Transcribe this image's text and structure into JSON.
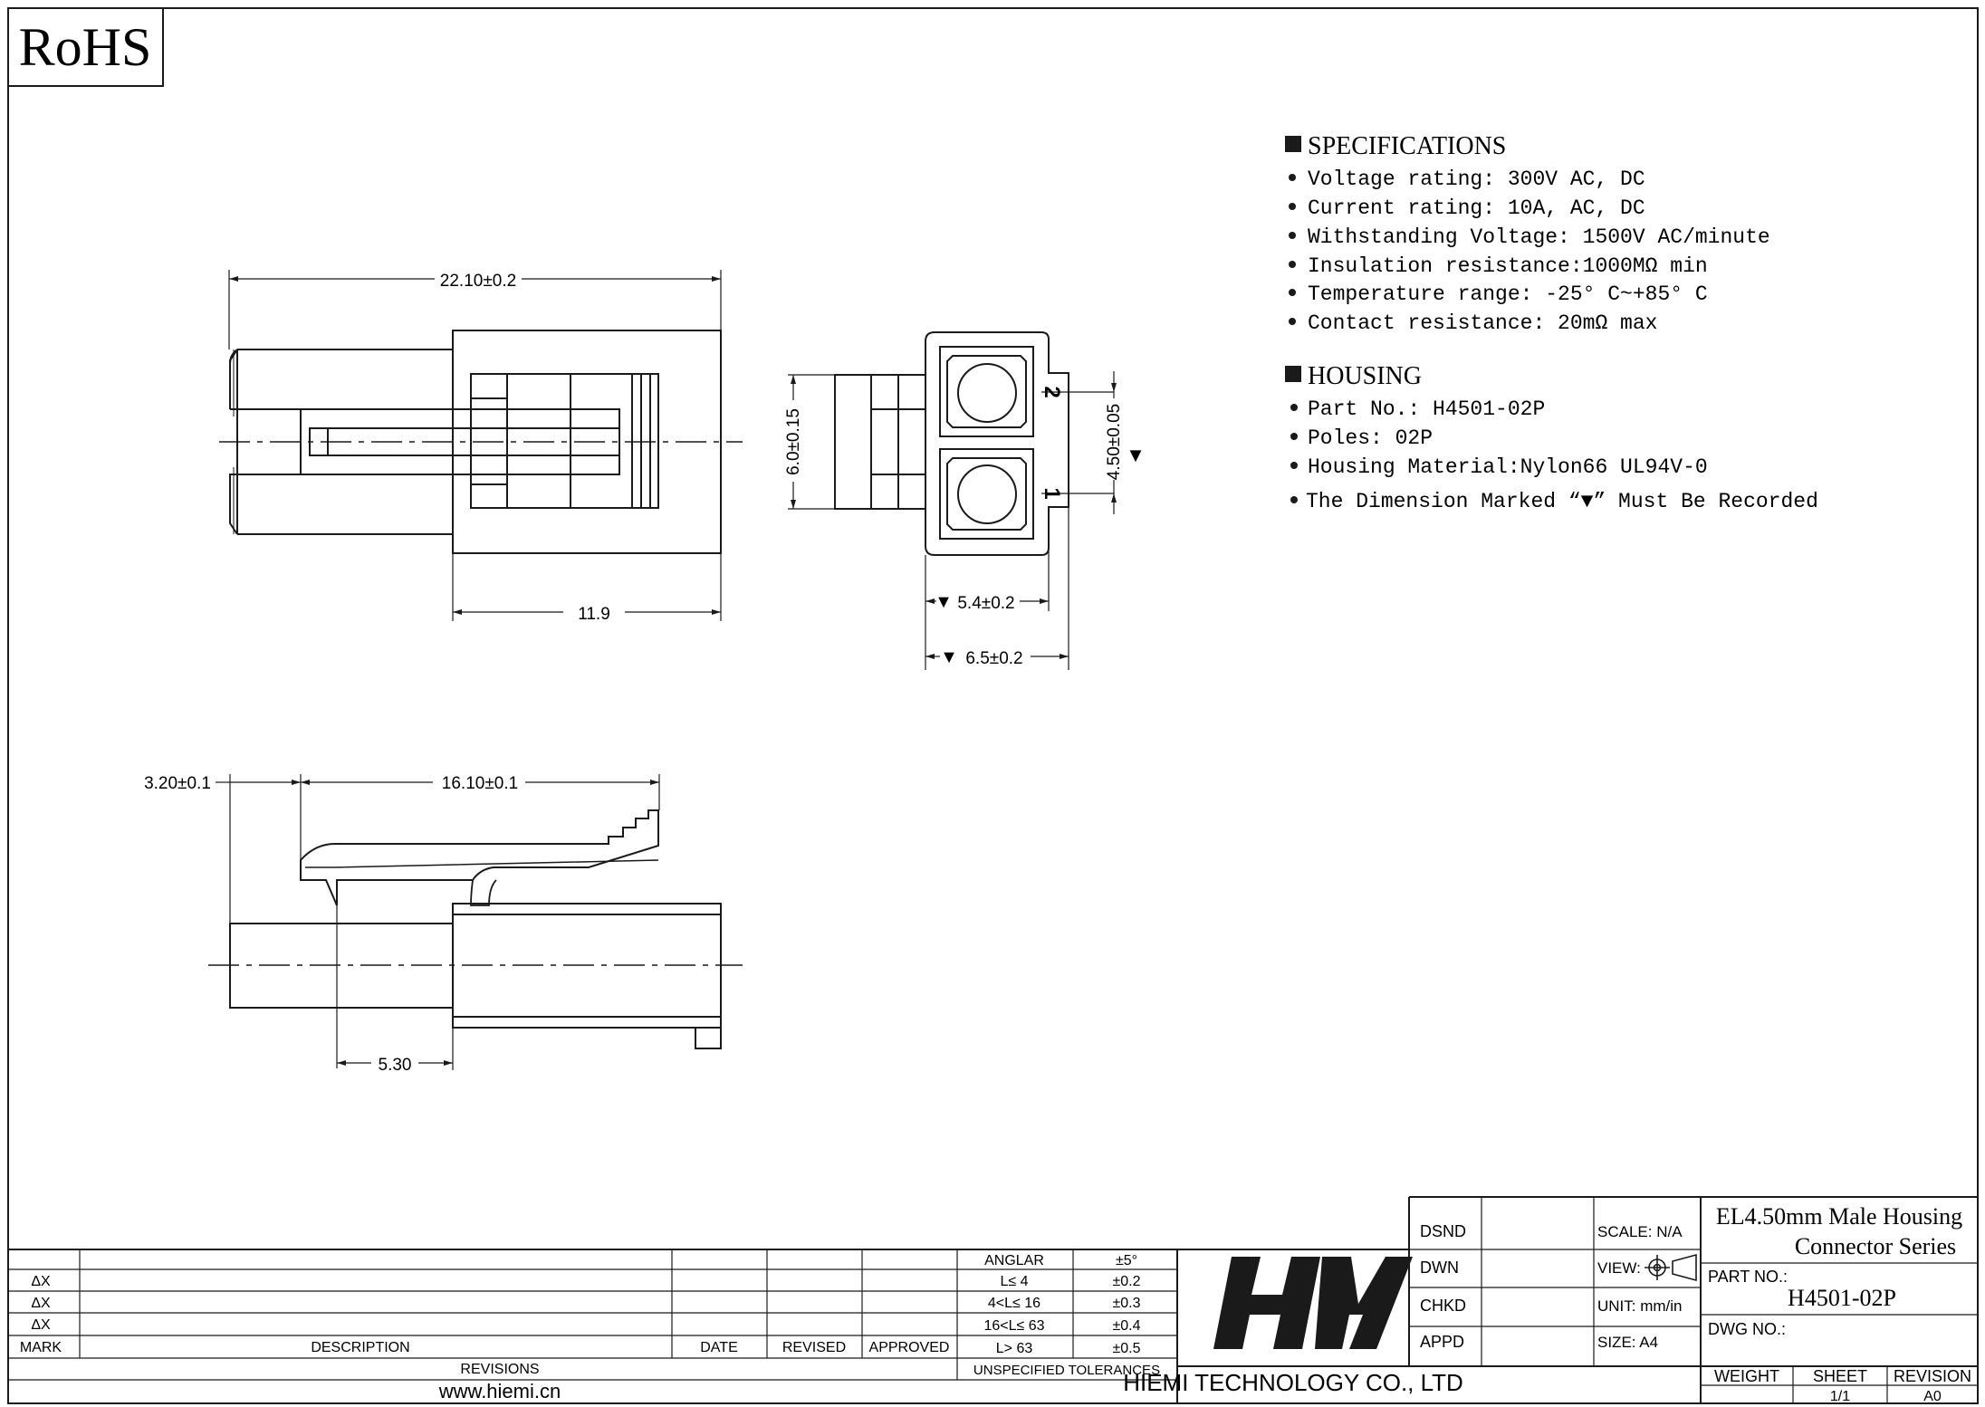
{
  "rohs": "RoHS",
  "specifications": {
    "heading": "SPECIFICATIONS",
    "items": [
      "Voltage rating: 300V AC, DC",
      "Current rating: 10A, AC, DC",
      "Withstanding Voltage: 1500V AC/minute",
      "Insulation resistance:1000MΩ min",
      "Temperature range: -25° C~+85° C",
      "Contact resistance: 20mΩ max"
    ]
  },
  "housing": {
    "heading": "HOUSING",
    "items": [
      "Part No.: H4501-02P",
      "Poles: 02P",
      "Housing Material:Nylon66 UL94V-0",
      "The Dimension Marked “▼” Must Be Recorded"
    ]
  },
  "dimensions": {
    "overall_length": "22.10±0.2",
    "body_length": "11.9",
    "height": "6.0±0.15",
    "pitch": "4.50±0.05",
    "width_inner": "5.4±0.2",
    "width_outer": "6.5±0.2",
    "latch_offset": "3.20±0.1",
    "latch_length": "16.10±0.1",
    "pin_offset": "5.30",
    "pin_1": "1",
    "pin_2": "2",
    "mark": "▼"
  },
  "tolerances": {
    "rows": [
      {
        "range": "ANGLAR",
        "tol": "±5°"
      },
      {
        "range": "L≤ 4",
        "tol": "±0.2"
      },
      {
        "range": "4<L≤ 16",
        "tol": "±0.3"
      },
      {
        "range": "16<L≤ 63",
        "tol": "±0.4"
      },
      {
        "range": "L> 63",
        "tol": "±0.5"
      }
    ],
    "caption": "UNSPECIFIED TOLERANCES"
  },
  "revisions": {
    "marks": [
      "ΔX",
      "ΔX",
      "ΔX"
    ],
    "headers": {
      "mark": "MARK",
      "description": "DESCRIPTION",
      "date": "DATE",
      "revised": "REVISED",
      "approved": "APPROVED"
    },
    "caption": "REVISIONS",
    "website": "www.hiemi.cn"
  },
  "company": {
    "logo": "HM",
    "name": "HIEMI TECHNOLOGY CO., LTD"
  },
  "titleblock": {
    "dsnd": "DSND",
    "dwn": "DWN",
    "chkd": "CHKD",
    "appd": "APPD",
    "scale": "SCALE: N/A",
    "view": "VIEW:",
    "unit": "UNIT: mm/in",
    "size": "SIZE: A4",
    "title_line1": "EL4.50mm Male Housing",
    "title_line2": "Connector Series",
    "part_no_label": "PART NO.:",
    "part_no": "H4501-02P",
    "dwg_no_label": "DWG NO.:",
    "weight_label": "WEIGHT",
    "sheet_label": "SHEET",
    "revision_label": "REVISION",
    "sheet": "1/1",
    "revision": "A0"
  }
}
